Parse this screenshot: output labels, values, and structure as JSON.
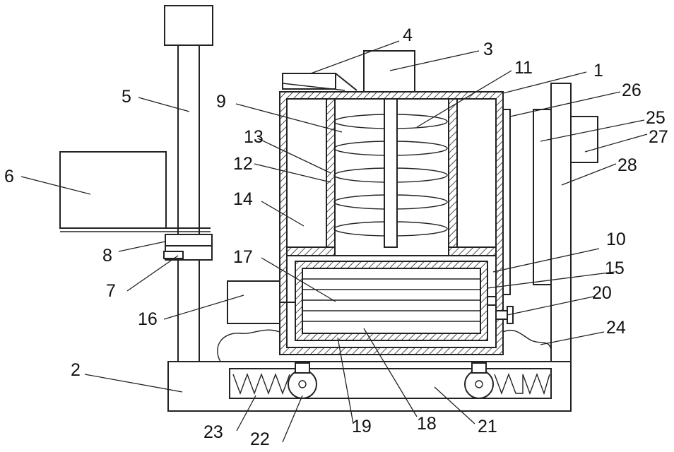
{
  "labels": {
    "l1": "1",
    "l2": "2",
    "l3": "3",
    "l4": "4",
    "l5": "5",
    "l6": "6",
    "l7": "7",
    "l8": "8",
    "l9": "9",
    "l10": "10",
    "l11": "11",
    "l12": "12",
    "l13": "13",
    "l14": "14",
    "l15": "15",
    "l16": "16",
    "l17": "17",
    "l18": "18",
    "l19": "19",
    "l20": "20",
    "l21": "21",
    "l22": "22",
    "l23": "23",
    "l24": "24",
    "l25": "25",
    "l26": "26",
    "l27": "27",
    "l28": "28"
  },
  "colors": {
    "line": "#222222",
    "background": "#ffffff"
  }
}
